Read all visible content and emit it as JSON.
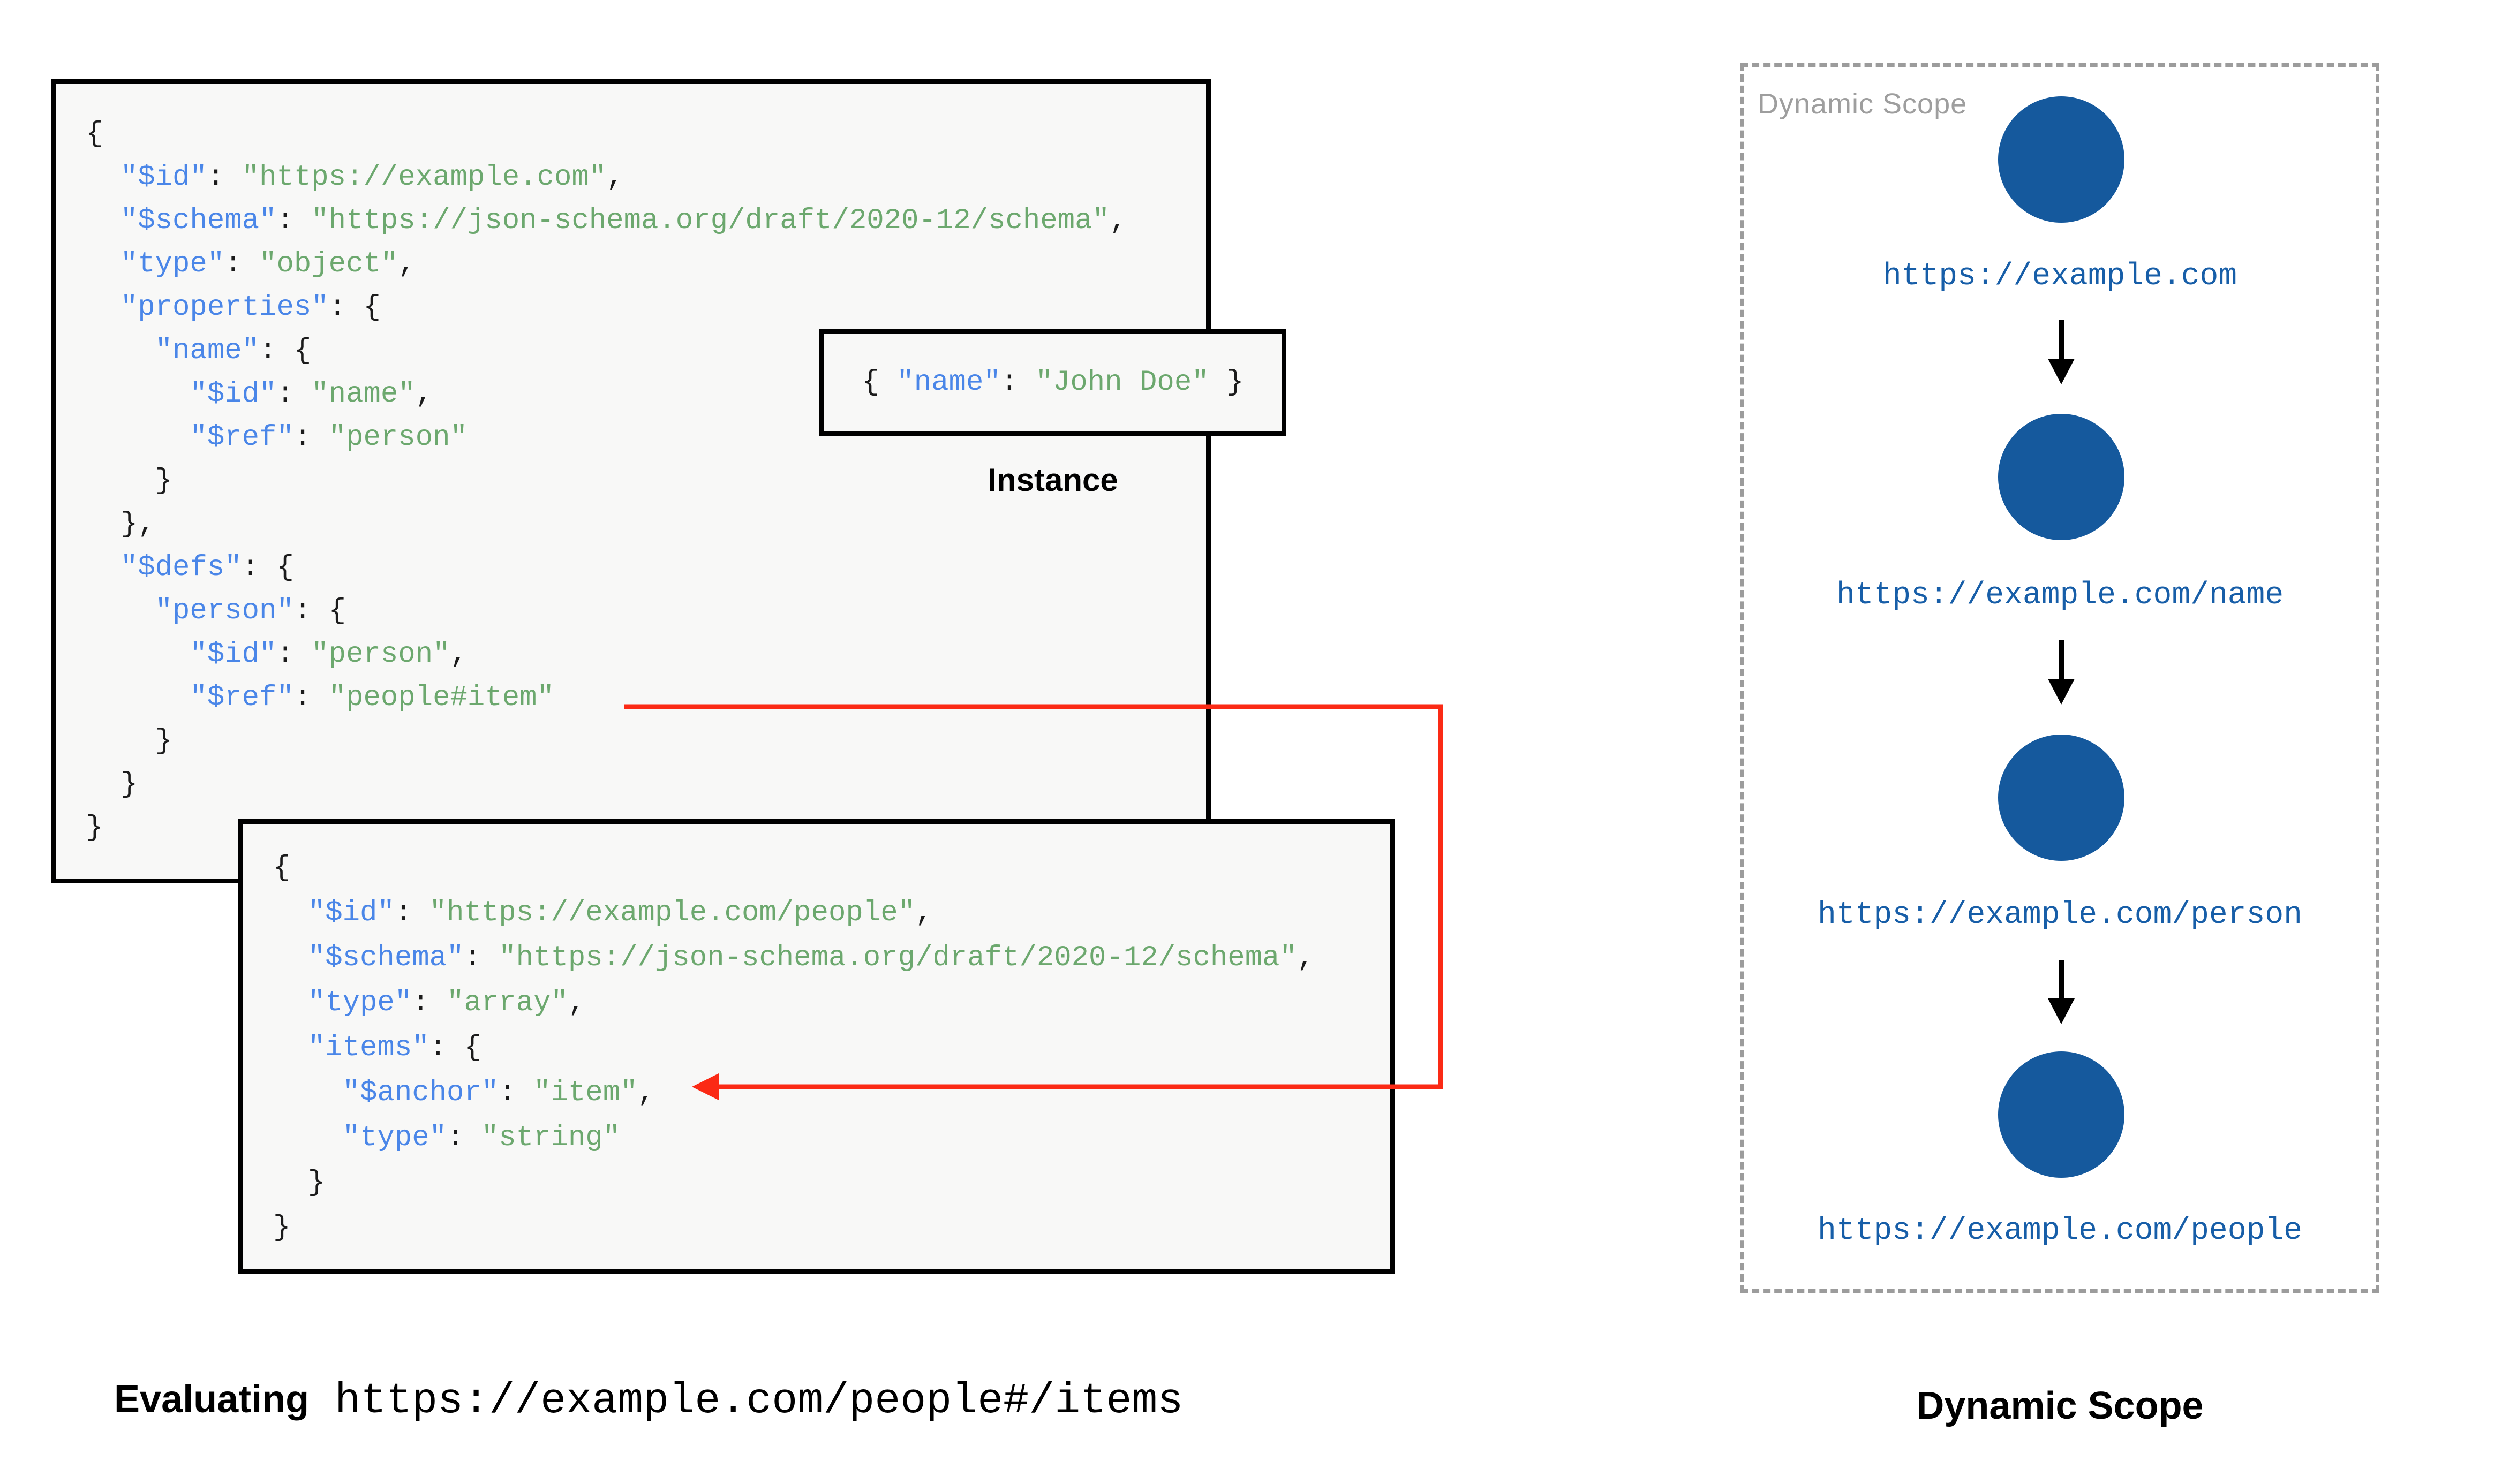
{
  "colors": {
    "key_blue": "#4a86e8",
    "string_green": "#6ca86e",
    "code_black": "#1b1b1b",
    "node_blue": "#15599d",
    "url_blue": "#175ea8",
    "arrow_red": "#fb2a15",
    "box_bg": "#f8f8f7",
    "border_black": "#000000",
    "muted_gray": "#9e9e9e"
  },
  "root_schema": {
    "lines": [
      [
        [
          "p",
          "{"
        ]
      ],
      [
        [
          "p",
          "  "
        ],
        [
          "k",
          "\"$id\""
        ],
        [
          "p",
          ": "
        ],
        [
          "s",
          "\"https://example.com\""
        ],
        [
          "p",
          ","
        ]
      ],
      [
        [
          "p",
          "  "
        ],
        [
          "k",
          "\"$schema\""
        ],
        [
          "p",
          ": "
        ],
        [
          "s",
          "\"https://json-schema.org/draft/2020-12/schema\""
        ],
        [
          "p",
          ","
        ]
      ],
      [
        [
          "p",
          "  "
        ],
        [
          "k",
          "\"type\""
        ],
        [
          "p",
          ": "
        ],
        [
          "s",
          "\"object\""
        ],
        [
          "p",
          ","
        ]
      ],
      [
        [
          "p",
          "  "
        ],
        [
          "k",
          "\"properties\""
        ],
        [
          "p",
          ": {"
        ]
      ],
      [
        [
          "p",
          "    "
        ],
        [
          "k",
          "\"name\""
        ],
        [
          "p",
          ": {"
        ]
      ],
      [
        [
          "p",
          "      "
        ],
        [
          "k",
          "\"$id\""
        ],
        [
          "p",
          ": "
        ],
        [
          "s",
          "\"name\""
        ],
        [
          "p",
          ","
        ]
      ],
      [
        [
          "p",
          "      "
        ],
        [
          "k",
          "\"$ref\""
        ],
        [
          "p",
          ": "
        ],
        [
          "s",
          "\"person\""
        ]
      ],
      [
        [
          "p",
          "    }"
        ]
      ],
      [
        [
          "p",
          "  },"
        ]
      ],
      [
        [
          "p",
          "  "
        ],
        [
          "k",
          "\"$defs\""
        ],
        [
          "p",
          ": {"
        ]
      ],
      [
        [
          "p",
          "    "
        ],
        [
          "k",
          "\"person\""
        ],
        [
          "p",
          ": {"
        ]
      ],
      [
        [
          "p",
          "      "
        ],
        [
          "k",
          "\"$id\""
        ],
        [
          "p",
          ": "
        ],
        [
          "s",
          "\"person\""
        ],
        [
          "p",
          ","
        ]
      ],
      [
        [
          "p",
          "      "
        ],
        [
          "k",
          "\"$ref\""
        ],
        [
          "p",
          ": "
        ],
        [
          "s",
          "\"people#item\""
        ]
      ],
      [
        [
          "p",
          "    }"
        ]
      ],
      [
        [
          "p",
          "  }"
        ]
      ],
      [
        [
          "p",
          "}"
        ]
      ]
    ]
  },
  "people_schema": {
    "lines": [
      [
        [
          "p",
          "{"
        ]
      ],
      [
        [
          "p",
          "  "
        ],
        [
          "k",
          "\"$id\""
        ],
        [
          "p",
          ": "
        ],
        [
          "s",
          "\"https://example.com/people\""
        ],
        [
          "p",
          ","
        ]
      ],
      [
        [
          "p",
          "  "
        ],
        [
          "k",
          "\"$schema\""
        ],
        [
          "p",
          ": "
        ],
        [
          "s",
          "\"https://json-schema.org/draft/2020-12/schema\""
        ],
        [
          "p",
          ","
        ]
      ],
      [
        [
          "p",
          "  "
        ],
        [
          "k",
          "\"type\""
        ],
        [
          "p",
          ": "
        ],
        [
          "s",
          "\"array\""
        ],
        [
          "p",
          ","
        ]
      ],
      [
        [
          "p",
          "  "
        ],
        [
          "k",
          "\"items\""
        ],
        [
          "p",
          ": {"
        ]
      ],
      [
        [
          "p",
          "    "
        ],
        [
          "k",
          "\"$anchor\""
        ],
        [
          "p",
          ": "
        ],
        [
          "s",
          "\"item\""
        ],
        [
          "p",
          ","
        ]
      ],
      [
        [
          "p",
          "    "
        ],
        [
          "k",
          "\"type\""
        ],
        [
          "p",
          ": "
        ],
        [
          "s",
          "\"string\""
        ]
      ],
      [
        [
          "p",
          "  }"
        ]
      ],
      [
        [
          "p",
          "}"
        ]
      ]
    ]
  },
  "instance": {
    "label": "Instance",
    "lines": [
      [
        [
          "p",
          "{ "
        ],
        [
          "k",
          "\"name\""
        ],
        [
          "p",
          ": "
        ],
        [
          "s",
          "\"John Doe\""
        ],
        [
          "p",
          " }"
        ]
      ]
    ]
  },
  "dynamic_scope": {
    "box_label": "Dynamic Scope",
    "caption": "Dynamic Scope",
    "nodes": [
      {
        "url": "https://example.com"
      },
      {
        "url": "https://example.com/name"
      },
      {
        "url": "https://example.com/person"
      },
      {
        "url": "https://example.com/people"
      }
    ]
  },
  "evaluating_caption": {
    "bold": "Evaluating",
    "uri": " https://example.com/people#/items"
  }
}
